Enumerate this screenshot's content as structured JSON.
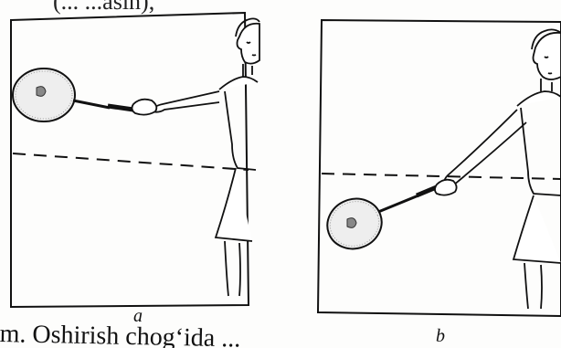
{
  "header": {
    "fragment": "(... ...aŝin),"
  },
  "figure": {
    "panels": [
      {
        "label": "a"
      },
      {
        "label": "b"
      }
    ],
    "caption": "m. Oshirish chogʻida ..."
  }
}
